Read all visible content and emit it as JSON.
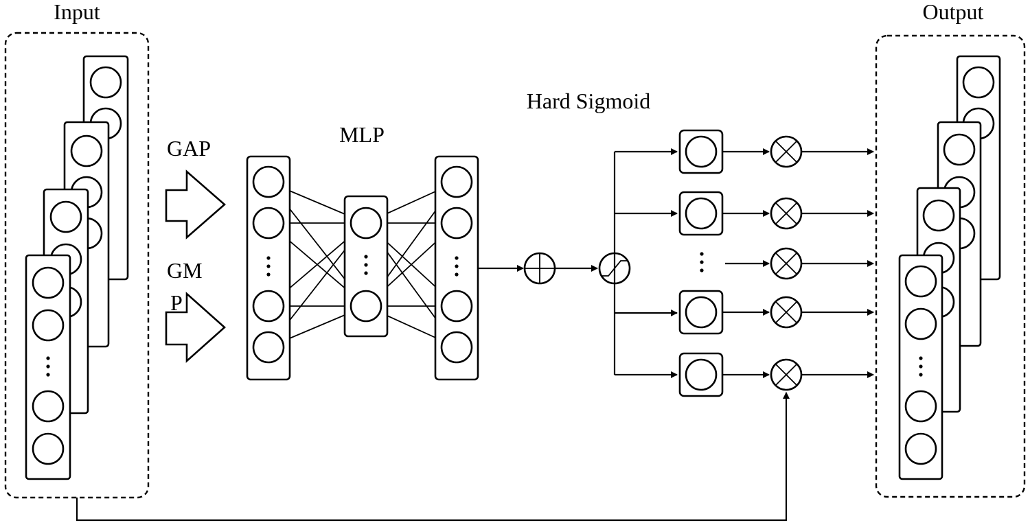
{
  "labels": {
    "input": "Input",
    "output": "Output",
    "gap": "GAP",
    "gmp_line1": "GM",
    "gmp_line2": "P",
    "mlp": "MLP",
    "hard_sigmoid": "Hard Sigmoid"
  },
  "icons": {
    "sum": "circled-plus-icon",
    "multiply": "circled-times-icon",
    "activation": "hard-sigmoid-icon",
    "ellipsis": "vertical-ellipsis-icon"
  },
  "colors": {
    "stroke": "#000000",
    "background": "#ffffff"
  }
}
